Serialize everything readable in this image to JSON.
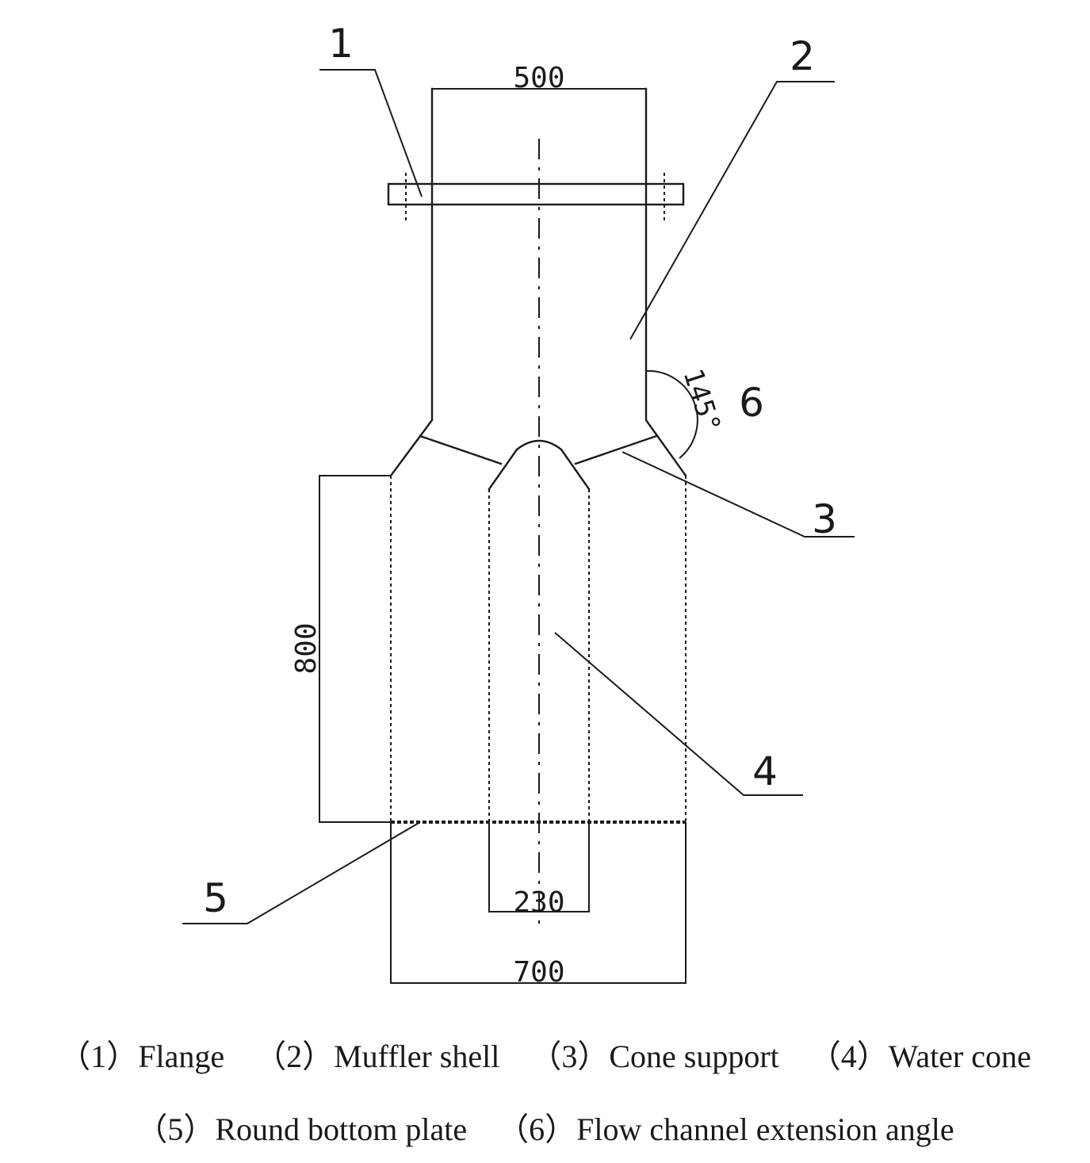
{
  "diagram": {
    "dimensions": {
      "top_width": "500",
      "height": "800",
      "cone_width": "230",
      "bottom_width": "700",
      "angle": "145°"
    },
    "callouts": [
      "1",
      "2",
      "3",
      "4",
      "5",
      "6"
    ]
  },
  "legend": {
    "row1": [
      "（1）Flange",
      "（2）Muffler shell",
      "（3）Cone support",
      "（4）Water cone"
    ],
    "row2": [
      "（5）Round bottom plate",
      "（6）Flow channel extension angle"
    ]
  }
}
